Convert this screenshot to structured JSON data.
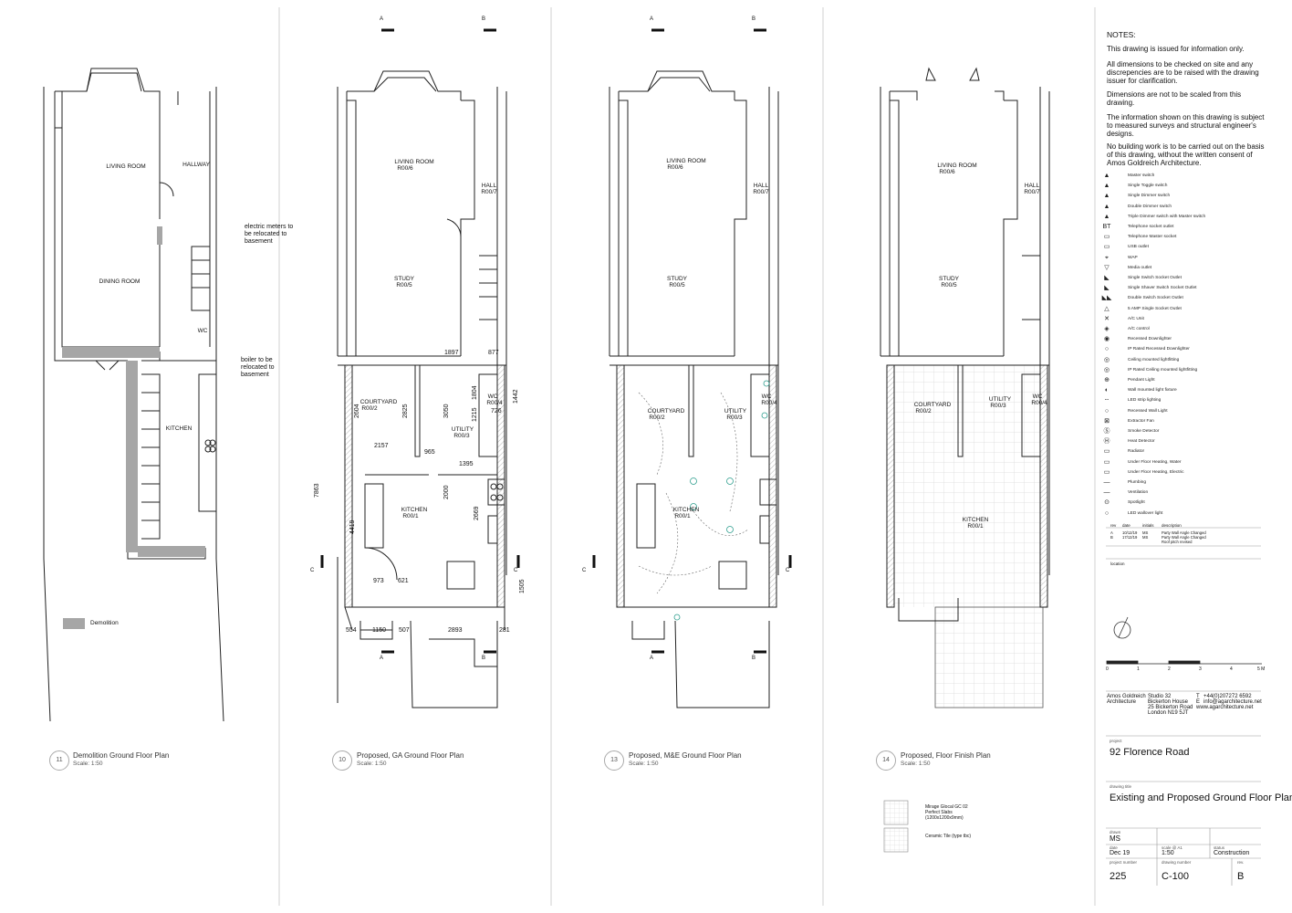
{
  "notes": {
    "heading": "NOTES:",
    "items": [
      "This drawing is issued for information only.",
      "All dimensions to be checked on site and any discrepencies are to be raised with the drawing issuer for clarification.",
      "Dimensions are not to be scaled from this drawing.",
      "The information shown on this drawing is subject to measured surveys and structural engineer's designs.",
      "No building work is to be carried out on the basis of this drawing, without the written consent of Amos Goldreich Architecture."
    ]
  },
  "legend": [
    {
      "icon": "master-switch-icon",
      "glyph": "▲",
      "label": "Master switch"
    },
    {
      "icon": "single-toggle-switch-icon",
      "glyph": "▲",
      "label": "Single Toggle switch"
    },
    {
      "icon": "single-dimmer-switch-icon",
      "glyph": "▲",
      "label": "Single Dimmer switch"
    },
    {
      "icon": "double-dimmer-switch-icon",
      "glyph": "▲",
      "label": "Double Dimmer switch"
    },
    {
      "icon": "triple-dimmer-switch-icon",
      "glyph": "▲",
      "label": "Triple Dimmer switch with Master switch"
    },
    {
      "icon": "telephone-socket-icon",
      "glyph": "BT",
      "label": "Telephone socket outlet"
    },
    {
      "icon": "telephone-master-socket-icon",
      "glyph": "▭",
      "label": "Telephone Master socket"
    },
    {
      "icon": "usb-outlet-icon",
      "glyph": "▭",
      "label": "USB outlet"
    },
    {
      "icon": "wap-icon",
      "glyph": "⌖",
      "label": "WAP"
    },
    {
      "icon": "media-outlet-icon",
      "glyph": "▽",
      "label": "Media outlet"
    },
    {
      "icon": "single-switch-socket-icon",
      "glyph": "◣",
      "label": "Single Switch Socket Outlet"
    },
    {
      "icon": "single-shaver-socket-icon",
      "glyph": "◣",
      "label": "Single Shaver Switch Socket Outlet"
    },
    {
      "icon": "double-switch-socket-icon",
      "glyph": "◣◣",
      "label": "Double Switch Socket Outlet"
    },
    {
      "icon": "five-amp-socket-icon",
      "glyph": "△",
      "label": "5 AMP Single Socket Outlet"
    },
    {
      "icon": "ac-unit-icon",
      "glyph": "✕",
      "label": "A/C Unit"
    },
    {
      "icon": "ac-control-icon",
      "glyph": "◈",
      "label": "A/C control"
    },
    {
      "icon": "recessed-downlighter-icon",
      "glyph": "◉",
      "label": "Recessed Downlighter"
    },
    {
      "icon": "ip-recessed-downlighter-icon",
      "glyph": "○",
      "label": "IP Rated Recessed Downlighter"
    },
    {
      "icon": "ceiling-light-icon",
      "glyph": "◎",
      "label": "Ceiling mounted lightfitting"
    },
    {
      "icon": "ip-ceiling-light-icon",
      "glyph": "◎",
      "label": "IP Rated Ceiling mounted lightfitting"
    },
    {
      "icon": "pendant-light-icon",
      "glyph": "⊕",
      "label": "Pendant Light"
    },
    {
      "icon": "wall-light-icon",
      "glyph": "◐",
      "label": "Wall mounted light fixture"
    },
    {
      "icon": "led-strip-icon",
      "glyph": "┄",
      "label": "LED strip lighting"
    },
    {
      "icon": "recessed-wall-light-icon",
      "glyph": "○",
      "label": "Recessed Wall Light"
    },
    {
      "icon": "extractor-fan-icon",
      "glyph": "⊠",
      "label": "Extractor Fan"
    },
    {
      "icon": "smoke-detector-icon",
      "glyph": "Ⓢ",
      "label": "Smoke Detector"
    },
    {
      "icon": "heat-detector-icon",
      "glyph": "Ⓗ",
      "label": "Heat Detector"
    },
    {
      "icon": "radiator-icon",
      "glyph": "▭",
      "label": "Radiator"
    },
    {
      "icon": "ufh-water-icon",
      "glyph": "▭",
      "label": "Under Floor Heating, Water"
    },
    {
      "icon": "ufh-electric-icon",
      "glyph": "▭",
      "label": "Under Floor Heating, Electric"
    },
    {
      "icon": "plumbing-icon",
      "glyph": "—",
      "label": "Plumbing"
    },
    {
      "icon": "ventilation-icon",
      "glyph": "—",
      "label": "Ventilation"
    },
    {
      "icon": "spotlight-icon",
      "glyph": "⊙",
      "label": "Spotlight"
    },
    {
      "icon": "led-wallover-icon",
      "glyph": "○",
      "label": "LED wallover light"
    }
  ],
  "revisions": {
    "headers": [
      "rev",
      "date",
      "initials",
      "description"
    ],
    "rows": [
      [
        "A",
        "10/12/19",
        "MS",
        "Party Wall Angle Changed"
      ],
      [
        "B",
        "17/12/19",
        "MS",
        "Party Wall Angle Changed"
      ],
      [
        "",
        "",
        "",
        "Roof pitch revised"
      ]
    ]
  },
  "location_label": "location",
  "scale_bar": {
    "ticks": [
      "0",
      "1",
      "2",
      "3",
      "4",
      "5 M"
    ]
  },
  "architect": {
    "name_lines": [
      "Amos Goldreich",
      "Architecture"
    ],
    "address_lines": [
      "Studio 32",
      "Bickerton House",
      "25 Bickerton Road",
      "London N19 5JT"
    ],
    "contact_prefix": [
      "T",
      "E"
    ],
    "contact_lines": [
      "+44(0)207272 6592",
      "info@agarchitecture.net",
      "www.agarchitecture.net"
    ]
  },
  "project": {
    "label": "project",
    "value": "92 Florence Road"
  },
  "drawing_title": {
    "label": "drawing title",
    "value": "Existing and Proposed Ground Floor Plan"
  },
  "title_block": {
    "drawn_label": "drawn",
    "drawn": "MS",
    "date_label": "date",
    "date": "Dec 19",
    "scale_label": "scale @ A1",
    "scale": "1:50",
    "status_label": "status",
    "status": "Construction",
    "project_number_label": "project number",
    "project_number": "225",
    "drawing_number_label": "drawing number",
    "drawing_number": "C-100",
    "rev_label": "rev.",
    "rev": "B"
  },
  "plans": [
    {
      "number": "11",
      "title": "Demolition Ground Floor Plan",
      "scale": "Scale: 1:50"
    },
    {
      "number": "10",
      "title": "Proposed, GA Ground Floor Plan",
      "scale": "Scale: 1:50"
    },
    {
      "number": "13",
      "title": "Proposed, M&E Ground Floor Plan",
      "scale": "Scale: 1:50"
    },
    {
      "number": "14",
      "title": "Proposed, Floor Finish Plan",
      "scale": "Scale: 1:50"
    }
  ],
  "demolition": {
    "rooms": [
      "LIVING ROOM",
      "HALLWAY",
      "DINING ROOM",
      "WC",
      "KITCHEN"
    ],
    "annotations": [
      "electric meters to be relocated to basement",
      "boiler to be relocated to basement"
    ],
    "legend_label": "Demolition",
    "legend_color": "#a6a6a6"
  },
  "rooms_ga": [
    {
      "name": "LIVING ROOM",
      "code": "R00/6"
    },
    {
      "name": "HALL",
      "code": "R00/7"
    },
    {
      "name": "STUDY",
      "code": "R00/5"
    },
    {
      "name": "COURTYARD",
      "code": "R00/2"
    },
    {
      "name": "UTILITY",
      "code": "R00/3"
    },
    {
      "name": "WC",
      "code": "R00/4"
    },
    {
      "name": "KITCHEN",
      "code": "R00/1"
    }
  ],
  "dimensions_ga": [
    "1897",
    "877",
    "1804",
    "1442",
    "726",
    "2825",
    "3050",
    "1215",
    "2157",
    "965",
    "1395",
    "2000",
    "2669",
    "7863",
    "4419",
    "973",
    "621",
    "554",
    "1150",
    "507",
    "2893",
    "281",
    "1505",
    "2604"
  ],
  "section_markers": [
    "A",
    "B",
    "C"
  ],
  "finish_legend": [
    {
      "label": "Mirage Glocal GC 02 Perfect Slabs (1200x1200x9mm)"
    },
    {
      "label": "Ceramic Tile (type tbc)"
    }
  ],
  "colors": {
    "line": "#222222",
    "hatch": "#888888",
    "me": "#2e9e8e"
  }
}
